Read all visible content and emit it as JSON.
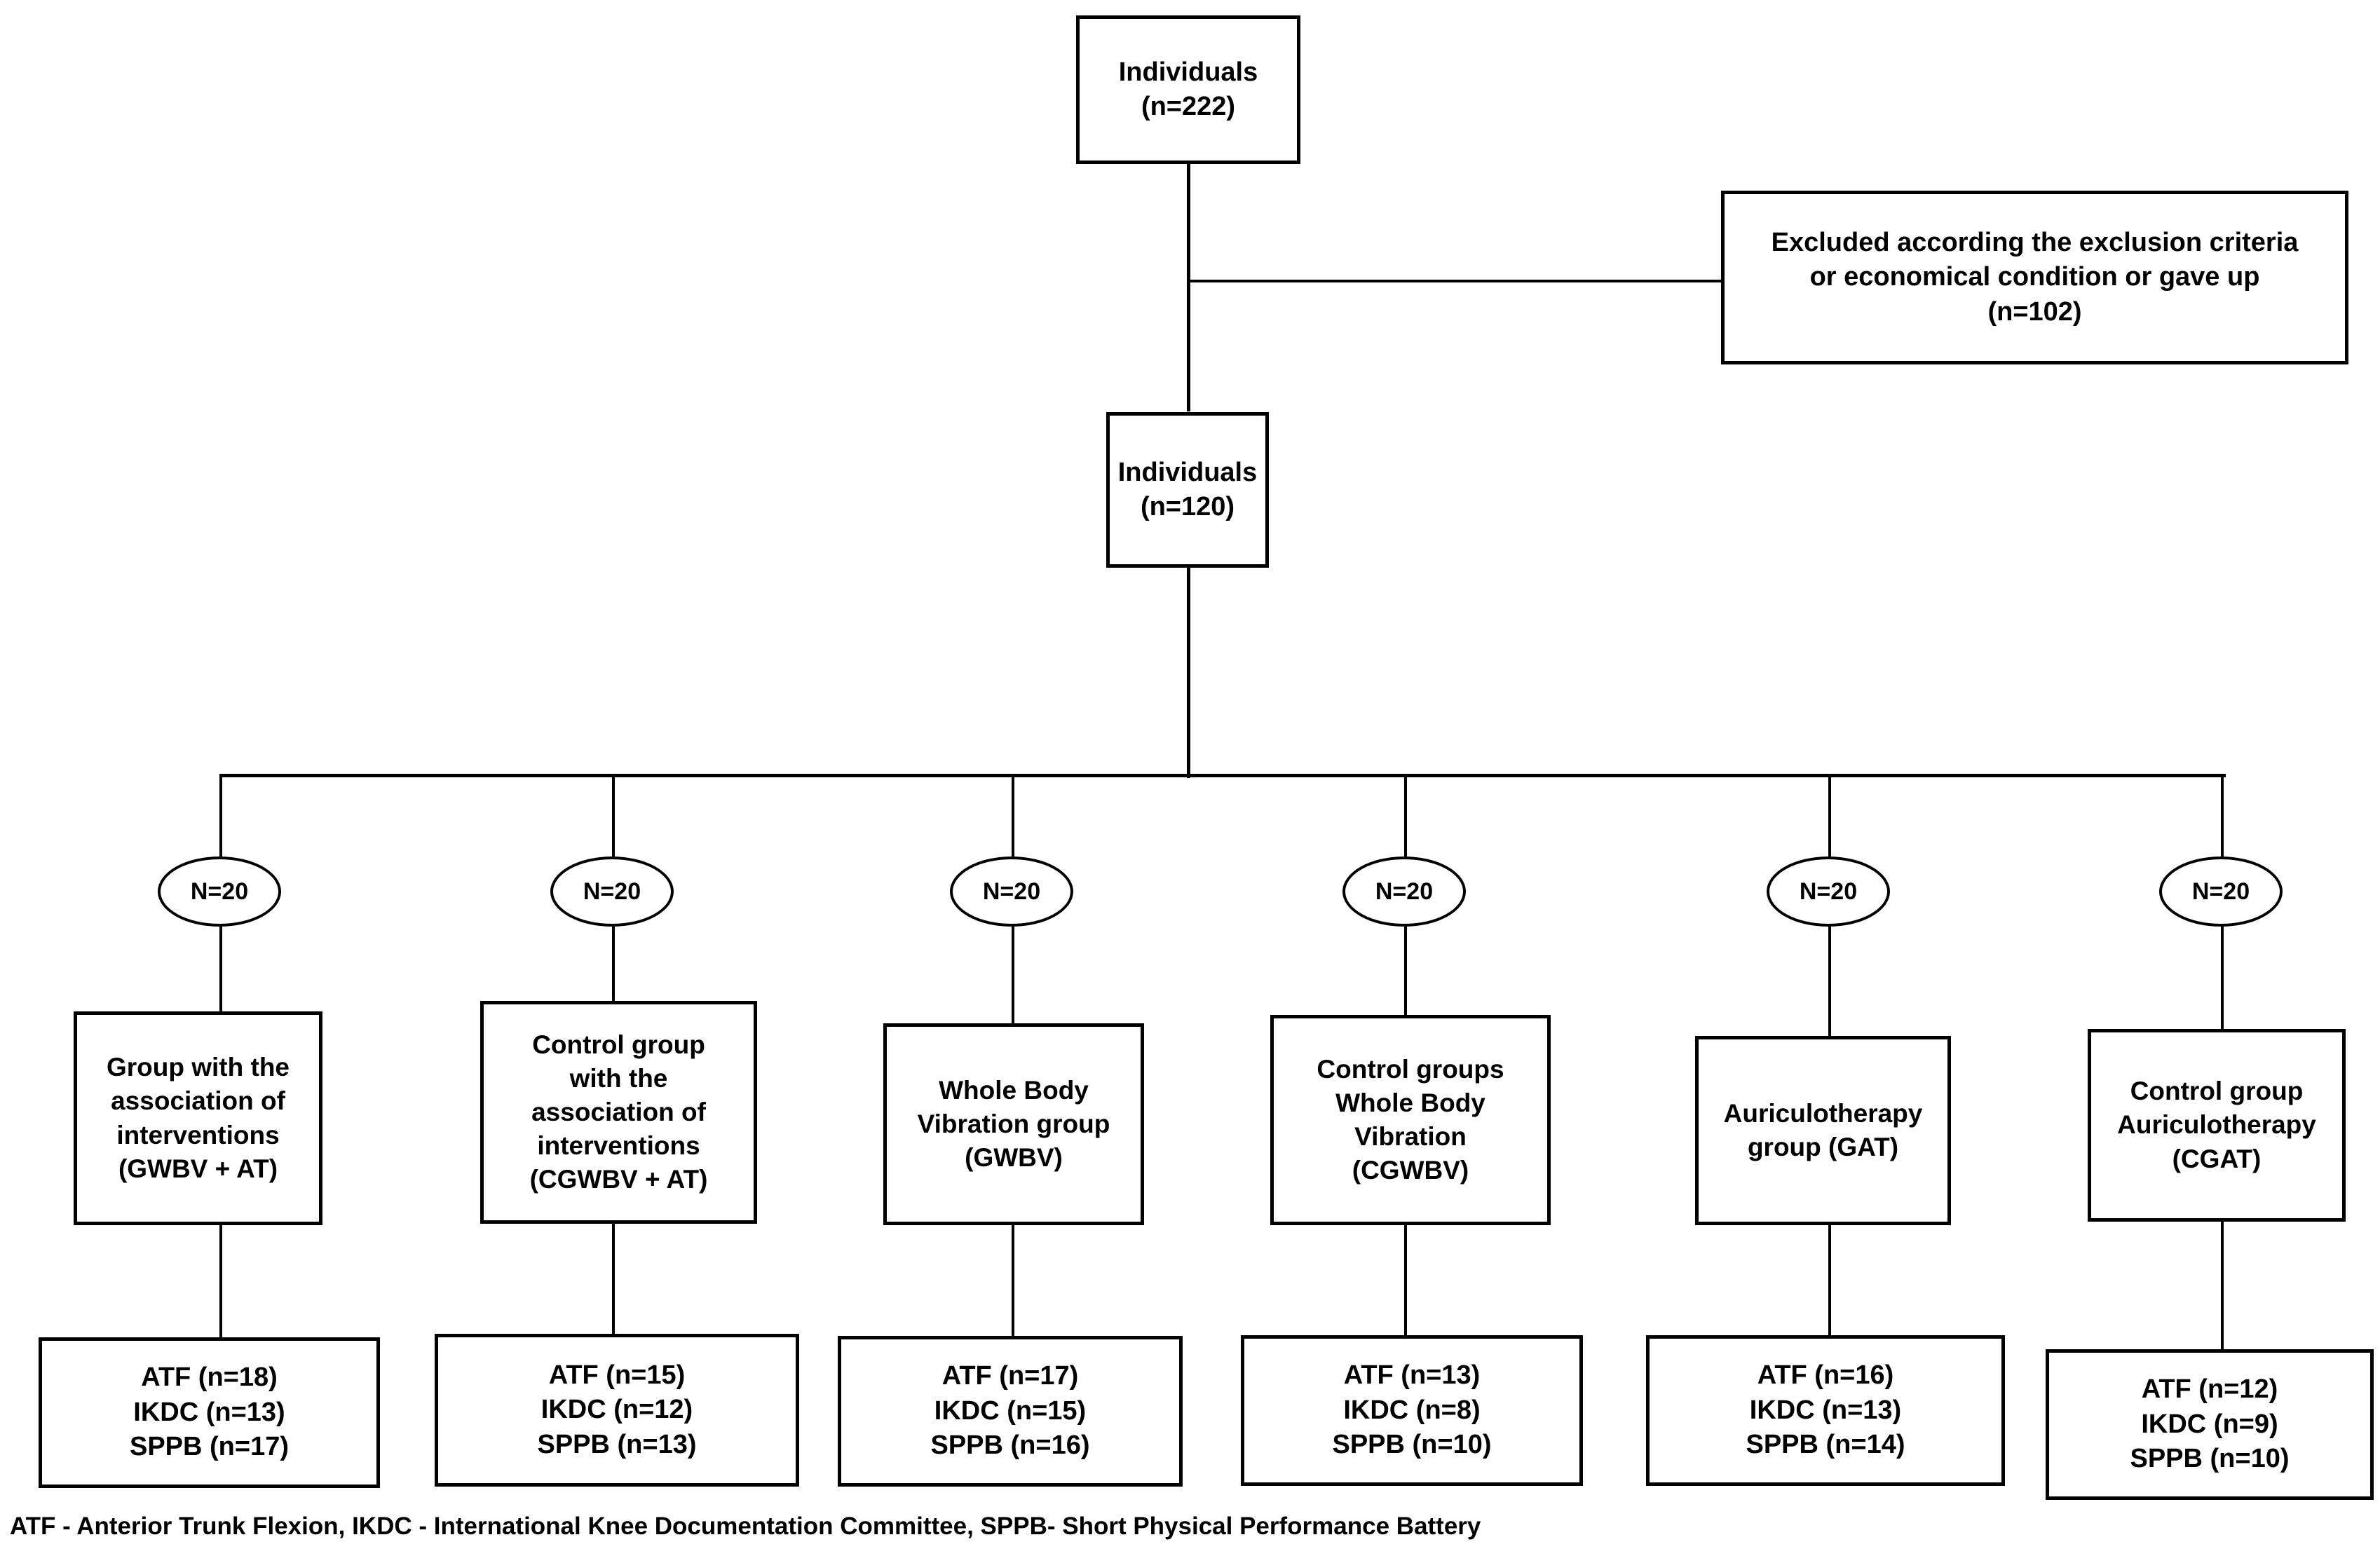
{
  "diagram": {
    "title_top": "Individuals\n(n=222)",
    "excluded": "Excluded according the exclusion criteria\nor economical condition or gave up\n(n=102)",
    "enrolled": "Individuals\n(n=120)",
    "legend": "ATF - Anterior Trunk Flexion, IKDC - International Knee Documentation Committee, SPPB- Short Physical Performance Battery",
    "line_color": "#000000",
    "box_fill": "#ffffff"
  },
  "arms": [
    {
      "n_label": "N=20",
      "group": "Group with the\nassociation of\ninterventions\n(GWBV + AT)",
      "outcome": "ATF (n=18)\nIKDC (n=13)\nSPPB (n=17)",
      "atf": 18,
      "ikdc": 13,
      "sppb": 17
    },
    {
      "n_label": "N=20",
      "group": "Control group\nwith the\nassociation of\ninterventions\n(CGWBV + AT)",
      "outcome": "ATF (n=15)\nIKDC (n=12)\nSPPB (n=13)",
      "atf": 15,
      "ikdc": 12,
      "sppb": 13
    },
    {
      "n_label": "N=20",
      "group": "Whole Body\nVibration group\n(GWBV)",
      "outcome": "ATF (n=17)\nIKDC (n=15)\nSPPB (n=16)",
      "atf": 17,
      "ikdc": 15,
      "sppb": 16
    },
    {
      "n_label": "N=20",
      "group": "Control groups\nWhole Body\nVibration\n(CGWBV)",
      "outcome": "ATF (n=13)\nIKDC (n=8)\nSPPB (n=10)",
      "atf": 13,
      "ikdc": 8,
      "sppb": 10
    },
    {
      "n_label": "N=20",
      "group": "Auriculotherapy\ngroup (GAT)",
      "outcome": "ATF (n=16)\nIKDC (n=13)\nSPPB (n=14)",
      "atf": 16,
      "ikdc": 13,
      "sppb": 14
    },
    {
      "n_label": "N=20",
      "group": "Control group\nAuriculotherapy\n(CGAT)",
      "outcome": "ATF (n=12)\nIKDC (n=9)\nSPPB (n=10)",
      "atf": 12,
      "ikdc": 9,
      "sppb": 10
    }
  ],
  "abbreviations": [
    {
      "abbr": "ATF",
      "meaning": "Anterior Trunk Flexion"
    },
    {
      "abbr": "IKDC",
      "meaning": "International Knee Documentation Committee"
    },
    {
      "abbr": "SPPB",
      "meaning": "Short Physical Performance Battery"
    }
  ]
}
